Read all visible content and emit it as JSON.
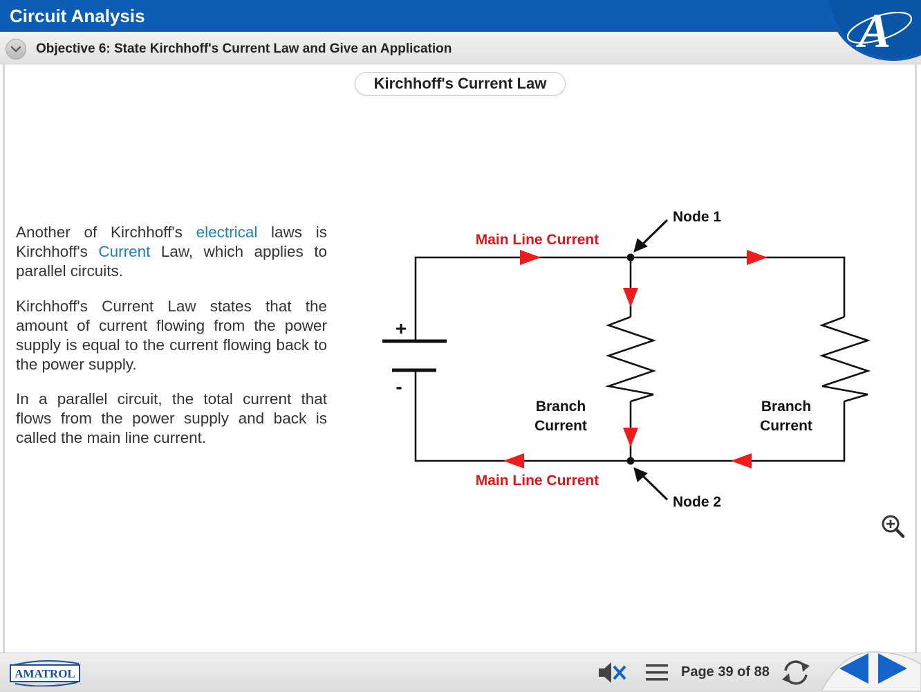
{
  "header": {
    "app_title": "Circuit Analysis",
    "objective": "Objective 6: State Kirchhoff's Current Law and Give an Application",
    "logo_letter": "A"
  },
  "slide": {
    "title": "Kirchhoff's Current Law",
    "paragraph1": {
      "t1": "Another of Kirchhoff's ",
      "link1": "electrical",
      "t2": " laws is Kirchhoff's ",
      "link2": "Current",
      "t3": " Law, which applies to parallel circuits."
    },
    "paragraph2": "Kirchhoff's Current Law states that the amount of current flowing from the power supply is equal to the current flowing back to the power supply.",
    "paragraph3": "In a parallel circuit, the total current that flows from the power supply and back is called the main line current."
  },
  "diagram": {
    "node1": "Node 1",
    "node2": "Node 2",
    "main_line_top": "Main Line Current",
    "main_line_bottom": "Main Line Current",
    "branch1_line1": "Branch",
    "branch1_line2": "Current",
    "branch2_line1": "Branch",
    "branch2_line2": "Current",
    "plus": "+",
    "minus": "-",
    "colors": {
      "current_arrow": "#ee1c1c",
      "wire": "#111111",
      "label_red": "#e0151b"
    }
  },
  "footer": {
    "brand": "AMATROL",
    "page_indicator": "Page 39 of 88"
  },
  "colors": {
    "header_blue": "#0d5cb5",
    "nav_blue": "#1565c8",
    "link_blue": "#1f7fb8"
  },
  "icons": {
    "collapse": "chevron-down-icon",
    "mute": "mute-icon",
    "menu": "menu-icon",
    "reload": "reload-icon",
    "prev": "prev-arrow-icon",
    "next": "next-arrow-icon",
    "zoom": "zoom-in-icon"
  }
}
